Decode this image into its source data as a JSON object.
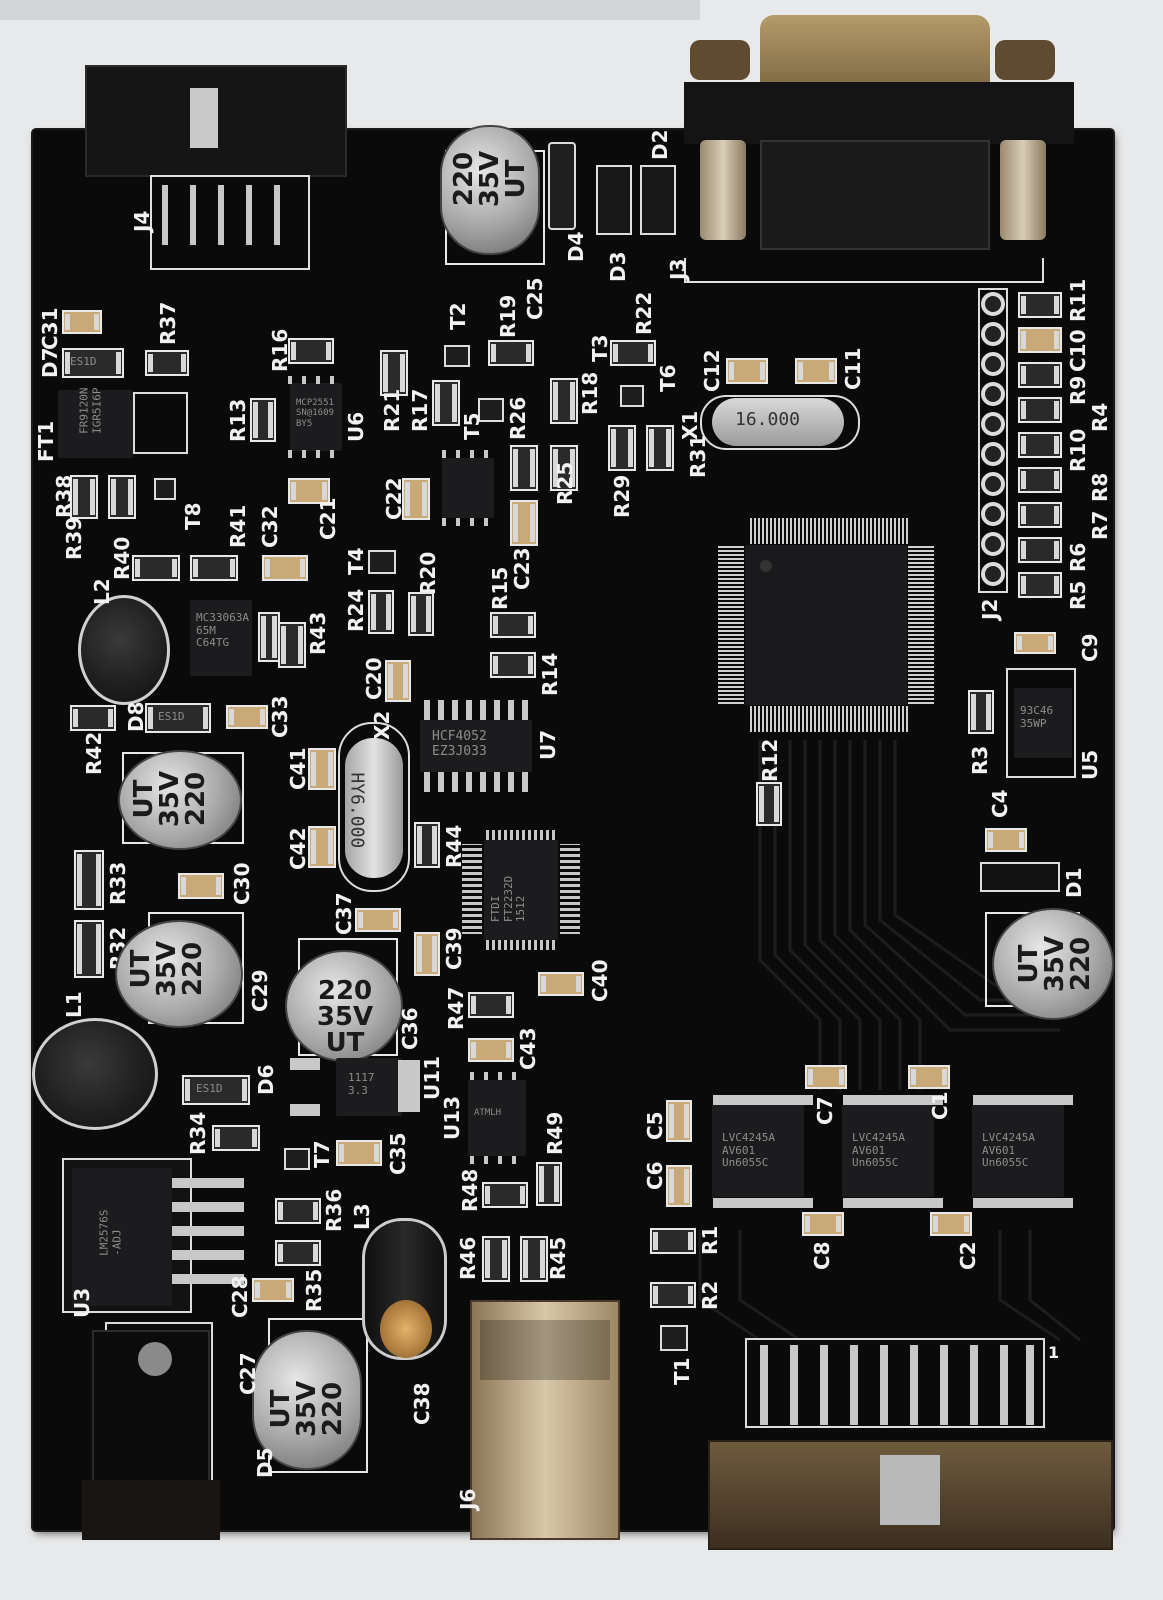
{
  "labels": {
    "j4": "J4",
    "c31": "C31",
    "d7": "D7",
    "r37": "R37",
    "ft1": "FT1",
    "r38": "R38",
    "r39": "R39",
    "t8": "T8",
    "r41": "R41",
    "c32": "C32",
    "r40": "R40",
    "l2": "L2",
    "r42": "R42",
    "d8": "D8",
    "c33": "C33",
    "r16": "R16",
    "r13": "R13",
    "u6": "U6",
    "c21": "C21",
    "c22": "C22",
    "r21": "R21",
    "r17": "R17",
    "t2": "T2",
    "t5": "T5",
    "r26": "R26",
    "r19": "R19",
    "c25": "C25",
    "d4": "D4",
    "d3": "D3",
    "d2": "D2",
    "j3": "J3",
    "r22": "R22",
    "t3": "T3",
    "t6": "T6",
    "r18": "R18",
    "c12": "C12",
    "c11": "C11",
    "x1": "X1",
    "r31": "R31",
    "r29": "R29",
    "r25": "R25",
    "c23": "C23",
    "t4": "T4",
    "r20": "R20",
    "r24": "R24",
    "r15": "R15",
    "r14": "R14",
    "c20": "C20",
    "x2": "X2",
    "u7": "U7",
    "r11": "R11",
    "c10": "C10",
    "r9": "R9",
    "r4": "R4",
    "r10": "R10",
    "r8": "R8",
    "r7": "R7",
    "r6": "R6",
    "r5": "R5",
    "j2": "J2",
    "c9": "C9",
    "r3": "R3",
    "u5": "U5",
    "r12": "R12",
    "c41": "C41",
    "c42": "C42",
    "r44": "R44",
    "c4": "C4",
    "d1": "D1",
    "r33": "R33",
    "c30": "C30",
    "r32": "R32",
    "c29": "C29",
    "c37": "C37",
    "c39": "C39",
    "c40": "C40",
    "c36": "C36",
    "l1": "L1",
    "r47": "R47",
    "c43": "C43",
    "d6": "D6",
    "u11": "U11",
    "u13": "U13",
    "c5": "C5",
    "c7": "C7",
    "c1": "C1",
    "r34": "R34",
    "t7": "T7",
    "c35": "C35",
    "r49": "R49",
    "c6": "C6",
    "r48": "R48",
    "r36": "R36",
    "l3": "L3",
    "c8": "C8",
    "c2": "C2",
    "r1": "R1",
    "r46": "R46",
    "r45": "R45",
    "r35": "R35",
    "c28": "C28",
    "r2": "R2",
    "c27": "C27",
    "t1": "T1",
    "c38": "C38",
    "u3": "U3",
    "d5": "D5",
    "j6": "J6",
    "j1": "1"
  },
  "capacitor_markings": {
    "top": "220\n35V\nUT",
    "left1": "UT\n35V\n220",
    "left2": "UT\n35V\n220",
    "center": "220\n35V\nUT",
    "right": "UT\n35V\n220",
    "bottom": "UT\n35V\n220"
  },
  "chip_markings": {
    "ft1": "FR9120N\nIGR5I6P",
    "u6": "MCP2551\nSN@1609\nBY5",
    "u7": "HCF4052\nEZ3J033",
    "ft2232": "FTDI\nFT2232D\n1512",
    "reg_u3": "LM2576S\n-ADJ",
    "mc33063": "MC33063A\n65M\nC64TG",
    "u5": "93C46\n35WP",
    "lvc1": "LVC4245A\nAV601\nUn6055C",
    "lvc2": "LVC4245A\nAV601\nUn6055C",
    "lvc3": "LVC4245A\nAV601\nUn6055C",
    "u11": "1117\n3.3",
    "u13": "ATMLH",
    "x1": "16.000",
    "x2": "HY6.000",
    "d8": "ES1D",
    "d6": "ES1D",
    "d7": "ES1D"
  }
}
